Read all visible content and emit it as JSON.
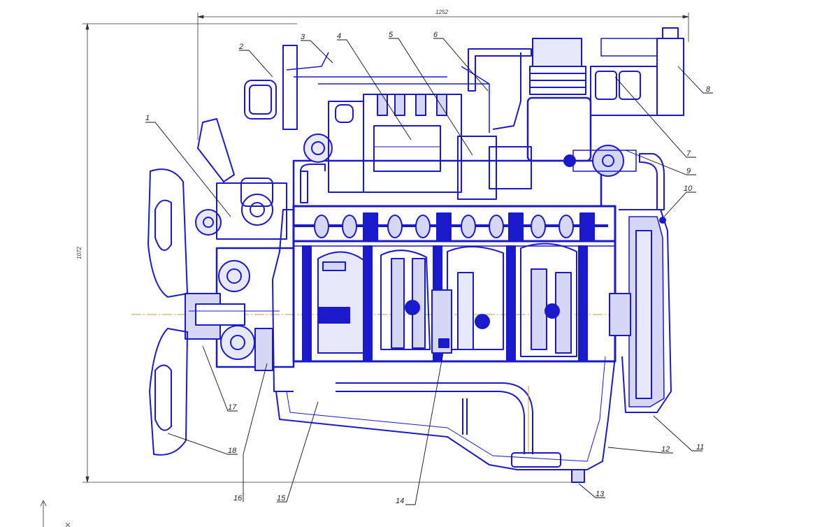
{
  "drawing": {
    "colors": {
      "line": "#1a1acc",
      "dark": "#0a0a80",
      "fill": "#d6d6f5",
      "leader": "#111111",
      "axis": "#d49a3a"
    },
    "dimensions": {
      "overall_length": "1252",
      "overall_height": "1072"
    },
    "callouts": [
      "1",
      "2",
      "3",
      "4",
      "5",
      "6",
      "7",
      "8",
      "9",
      "10",
      "11",
      "12",
      "13",
      "14",
      "15",
      "16",
      "17",
      "18"
    ]
  }
}
